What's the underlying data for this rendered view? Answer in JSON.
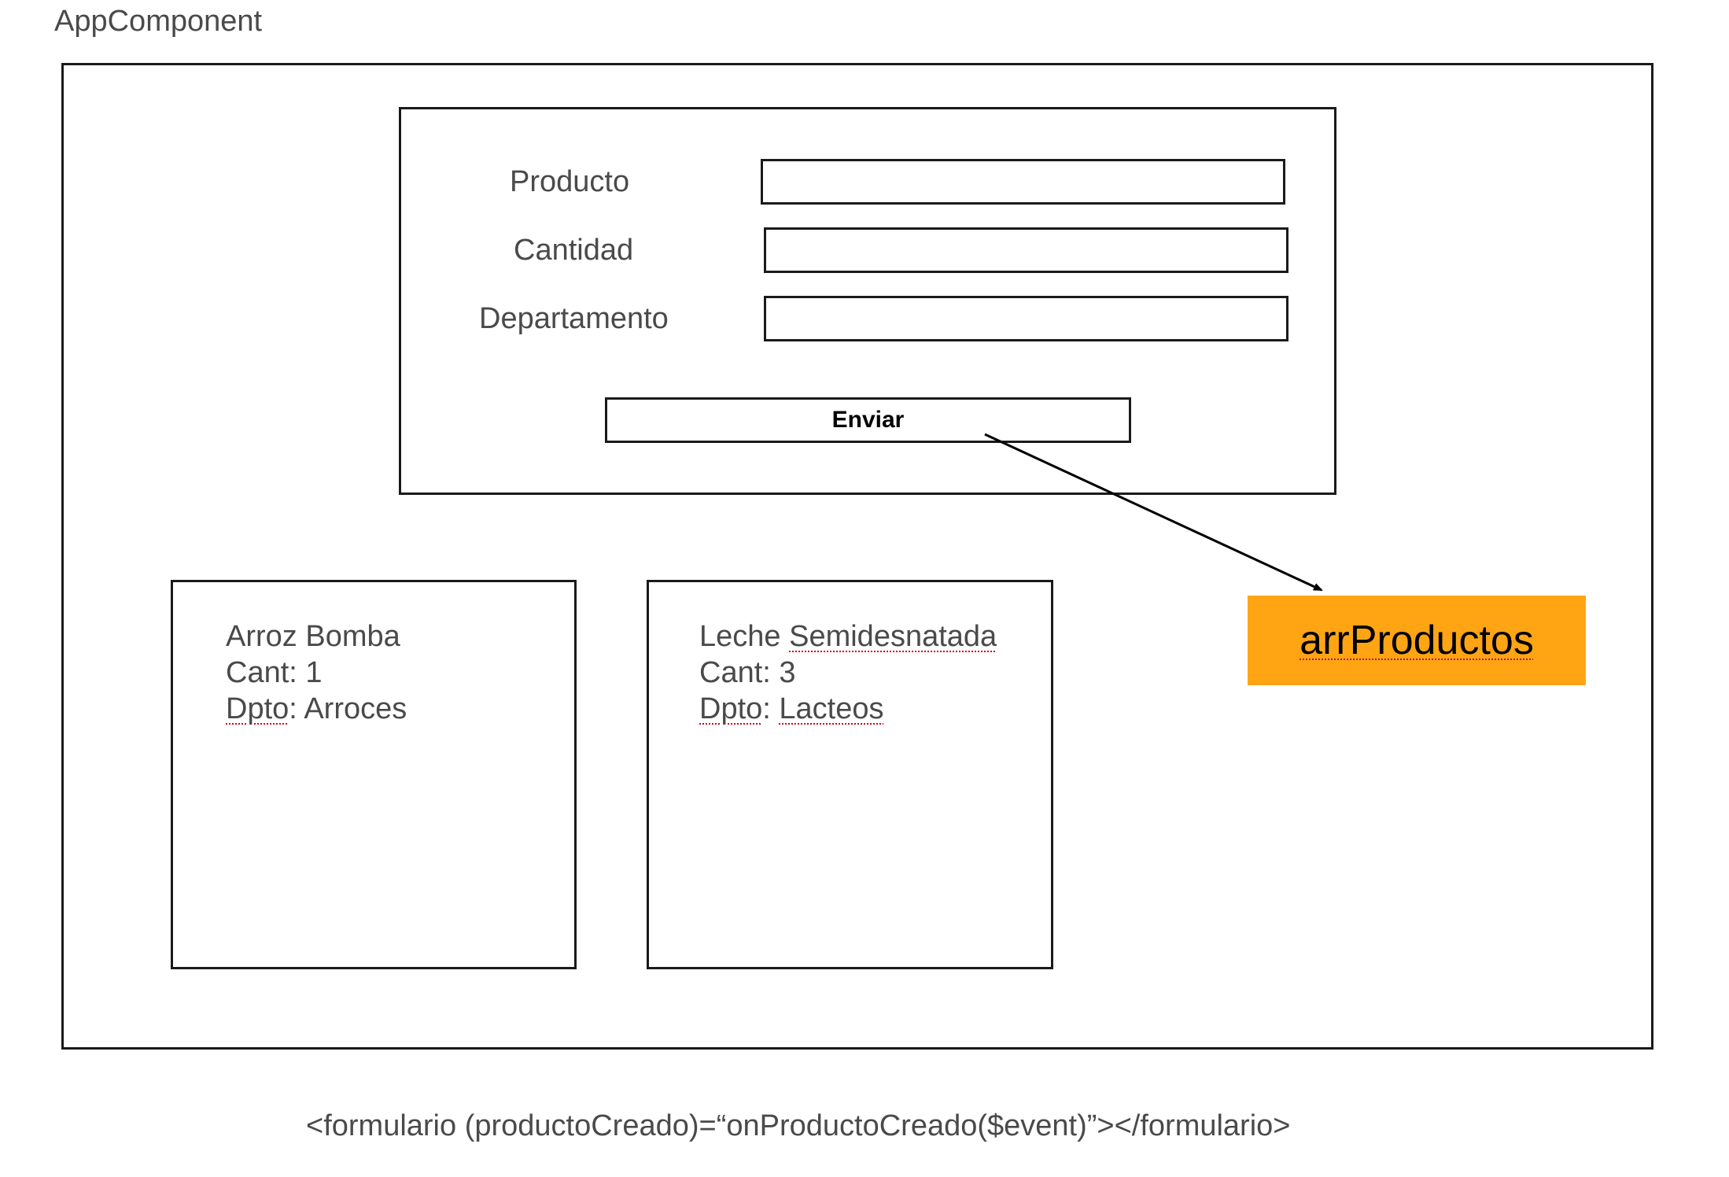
{
  "title": "AppComponent",
  "form": {
    "fields": [
      {
        "label": "Producto",
        "value": ""
      },
      {
        "label": "Cantidad",
        "value": ""
      },
      {
        "label": "Departamento",
        "value": ""
      }
    ],
    "submit_label": "Enviar"
  },
  "cards": [
    {
      "name": "Arroz Bomba",
      "cant_label": "Cant:",
      "cant_value": "1",
      "dpto_label": "Dpto",
      "dpto_value": "Arroces"
    },
    {
      "name_first": "Leche",
      "name_second": "Semidesnatada",
      "cant_label": "Cant:",
      "cant_value": "3",
      "dpto_label": "Dpto",
      "dpto_value": "Lacteos"
    }
  ],
  "array_box": {
    "label": "arrProductos",
    "color": "#FFA514"
  },
  "code_line": "<formulario (productoCreado)=“onProductoCreado($event)”></formulario>",
  "colors": {
    "stroke": "#1a1a1a",
    "text": "#4a4a4a",
    "spellcheck": "#d0021b"
  }
}
